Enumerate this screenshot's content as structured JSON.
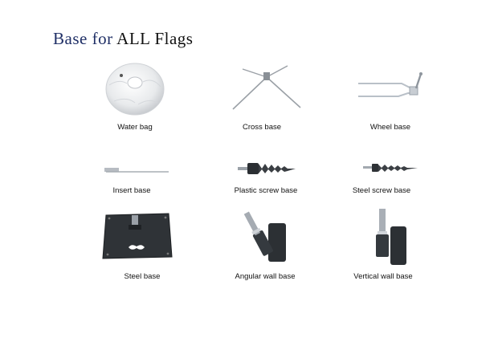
{
  "page": {
    "title_part1": "Base for",
    "title_part2": "ALL Flags"
  },
  "items": [
    {
      "label": "Water bag",
      "icon": "water-bag-icon"
    },
    {
      "label": "Cross base",
      "icon": "cross-base-icon"
    },
    {
      "label": "Wheel base",
      "icon": "wheel-base-icon"
    },
    {
      "label": "Insert base",
      "icon": "insert-base-icon"
    },
    {
      "label": "Plastic screw base",
      "icon": "plastic-screw-base-icon"
    },
    {
      "label": "Steel screw base",
      "icon": "steel-screw-base-icon"
    },
    {
      "label": "Steel base",
      "icon": "steel-base-icon"
    },
    {
      "label": "Angular wall base",
      "icon": "angular-wall-base-icon"
    },
    {
      "label": "Vertical wall base",
      "icon": "vertical-wall-base-icon"
    }
  ]
}
